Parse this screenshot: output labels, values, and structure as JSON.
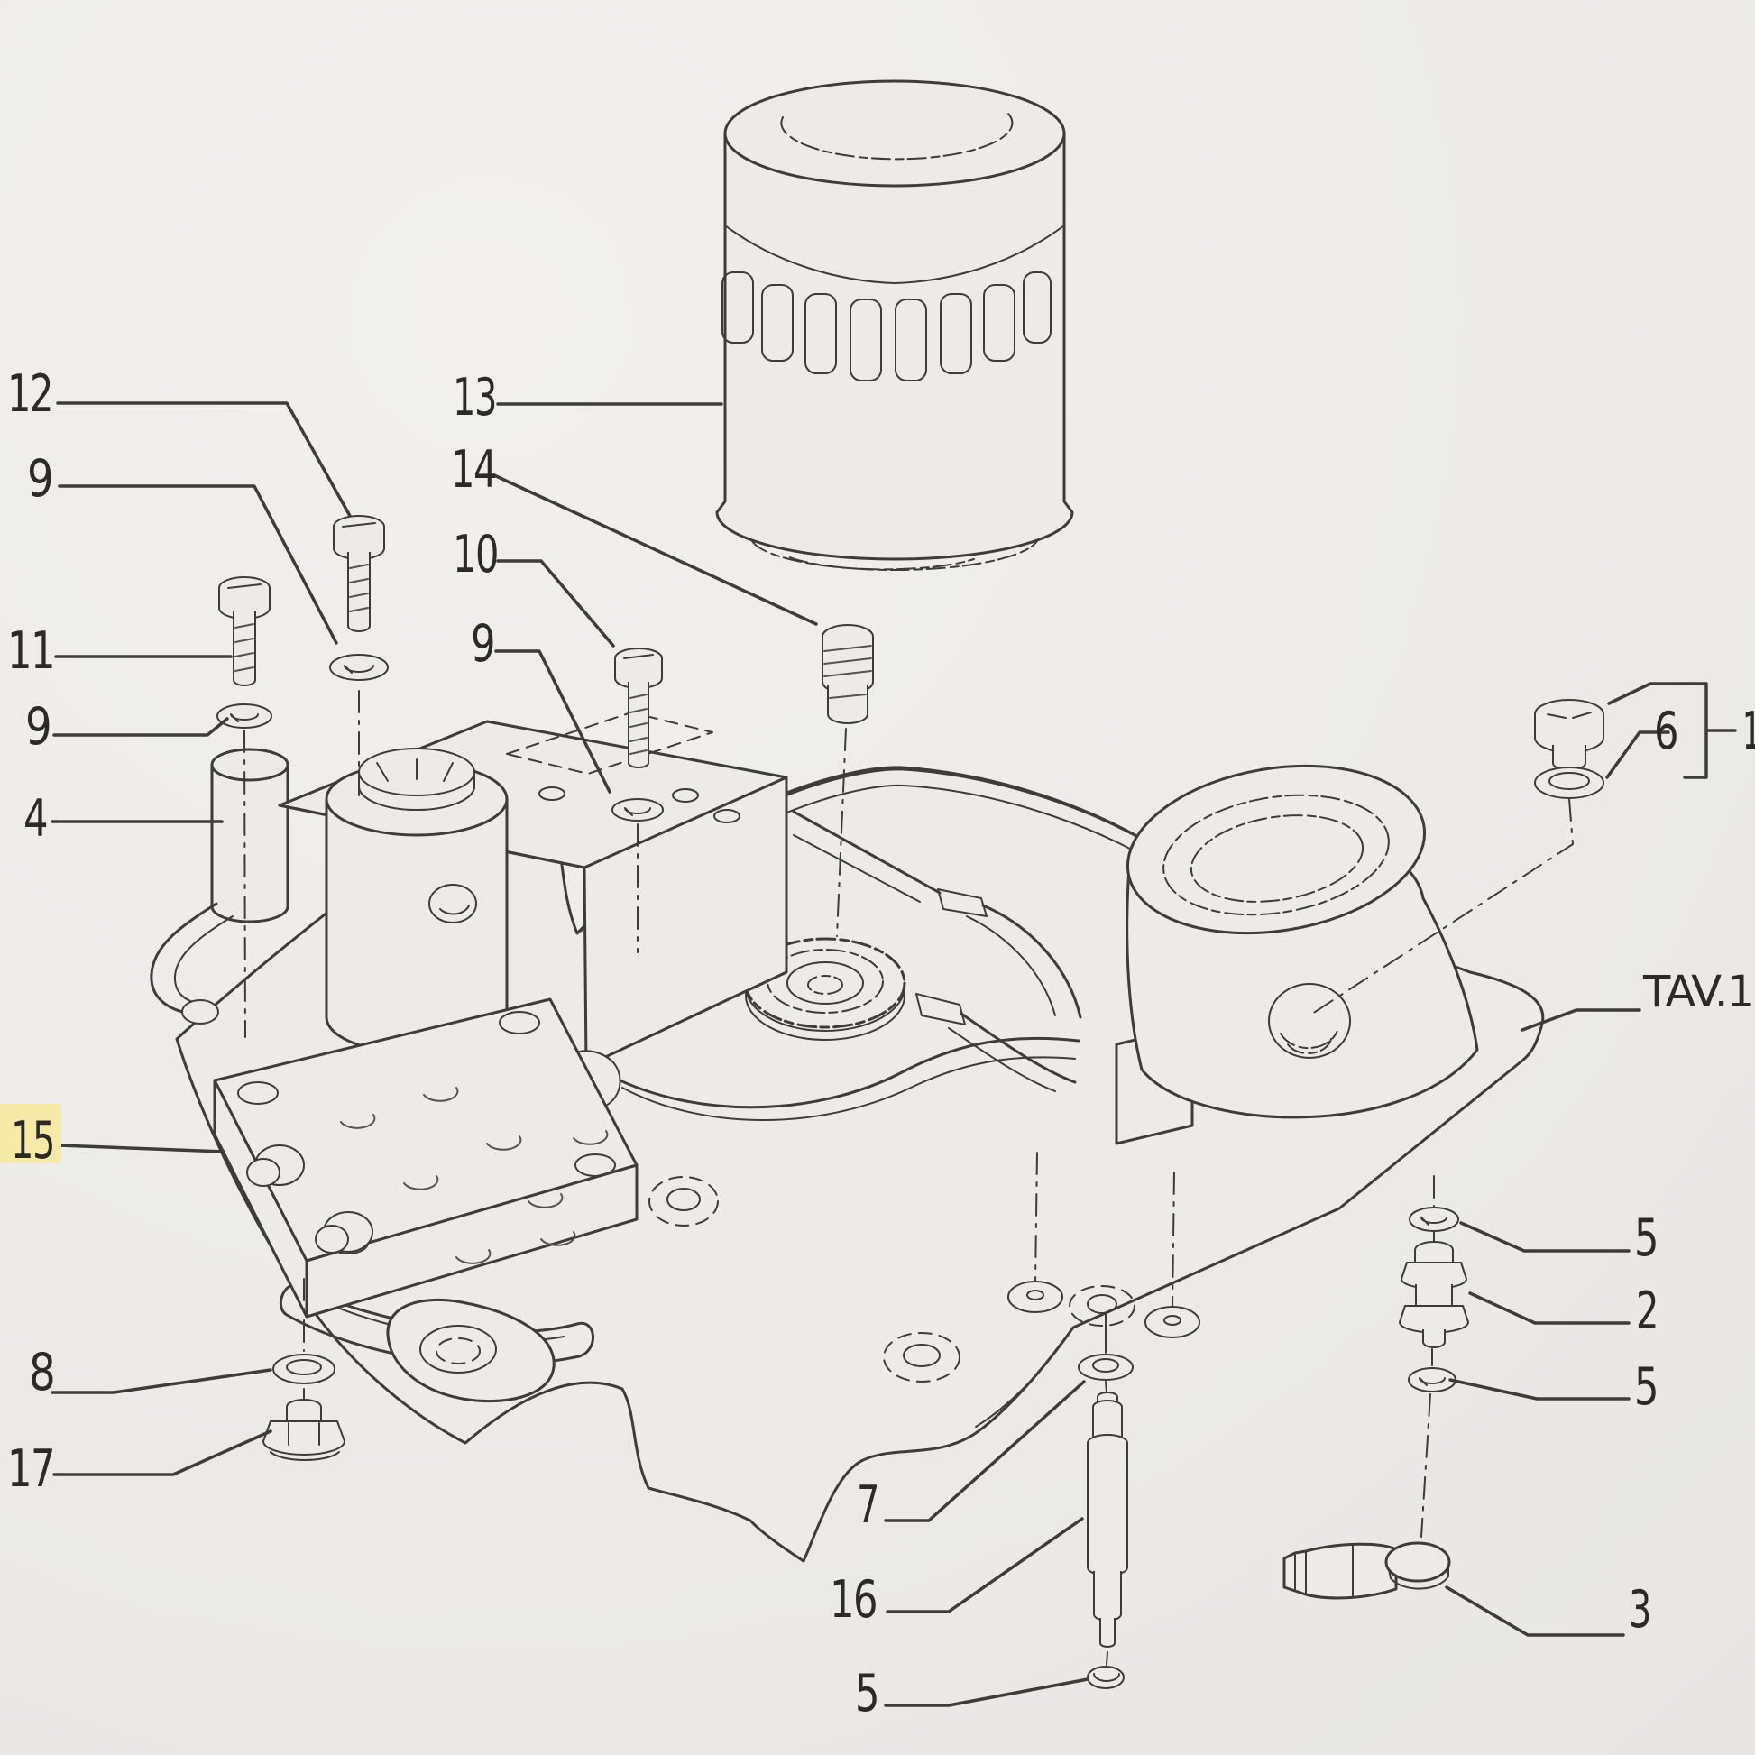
{
  "page": {
    "background": "#ecebe8",
    "line_color": "#3e3c38",
    "highlight_color": "#f7e9a6",
    "text_color": "#2c2a26"
  },
  "diagram": {
    "type": "exploded-parts-diagram",
    "plate_reference": "TAV.1",
    "callouts": [
      {
        "id": 0,
        "text": "12",
        "highlighted": false
      },
      {
        "id": 1,
        "text": "9",
        "highlighted": false
      },
      {
        "id": 2,
        "text": "11",
        "highlighted": false
      },
      {
        "id": 3,
        "text": "9",
        "highlighted": false
      },
      {
        "id": 4,
        "text": "4",
        "highlighted": false
      },
      {
        "id": 5,
        "text": "15",
        "highlighted": true
      },
      {
        "id": 6,
        "text": "8",
        "highlighted": false
      },
      {
        "id": 7,
        "text": "17",
        "highlighted": false
      },
      {
        "id": 8,
        "text": "13",
        "highlighted": false
      },
      {
        "id": 9,
        "text": "14",
        "highlighted": false
      },
      {
        "id": 10,
        "text": "10",
        "highlighted": false
      },
      {
        "id": 11,
        "text": "9",
        "highlighted": false
      },
      {
        "id": 12,
        "text": "6",
        "highlighted": false
      },
      {
        "id": 13,
        "text": "1",
        "highlighted": false
      },
      {
        "id": 14,
        "text": "TAV.1",
        "highlighted": false
      },
      {
        "id": 15,
        "text": "5",
        "highlighted": false
      },
      {
        "id": 16,
        "text": "2",
        "highlighted": false
      },
      {
        "id": 17,
        "text": "5",
        "highlighted": false
      },
      {
        "id": 18,
        "text": "3",
        "highlighted": false
      },
      {
        "id": 19,
        "text": "7",
        "highlighted": false
      },
      {
        "id": 20,
        "text": "16",
        "highlighted": false
      },
      {
        "id": 21,
        "text": "5",
        "highlighted": false
      }
    ]
  }
}
